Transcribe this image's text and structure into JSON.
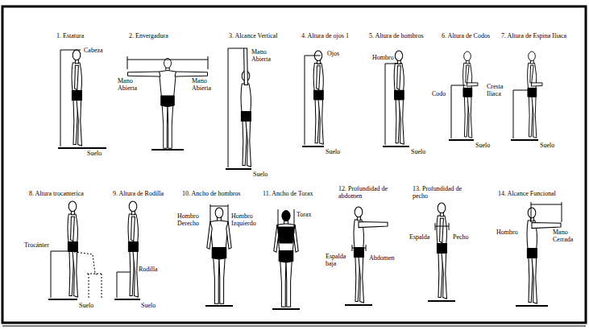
{
  "diagram": {
    "labels": [
      "1. Estatura",
      "Cabeza",
      "Suelo",
      "2. Envergadura",
      "Mano Abierta",
      "Mano Abierta",
      "3. Alcance Vertical",
      "Mano Abierta",
      "Suelo",
      "4. Altura de ojos 1",
      "Ojos",
      "Suelo",
      "5. Altura de hombros",
      "Hombro",
      "Suelo",
      "6. Altura de Codos",
      "Codo",
      "Suelo",
      "7. Altura de Espina Iliaca",
      "Cresta Iliaca",
      "Suelo",
      "8. Altura trocanterica",
      "Trocánter",
      "Suelo",
      "9. Altura de Rodilla",
      "Rodilla",
      "Suelo",
      "10. Ancho de hombros",
      "Hombro Derecho",
      "Hombro Izquierdo",
      "11. Ancho de Torax",
      "Torax",
      "12. Profundidad de abdomen",
      "Espalda baja",
      "Abdomen",
      "13. Profundidad de pecho",
      "Espalda",
      "Pecho",
      "14. Alcance Funcional",
      "Hombro",
      "Mano Cerrada"
    ]
  }
}
